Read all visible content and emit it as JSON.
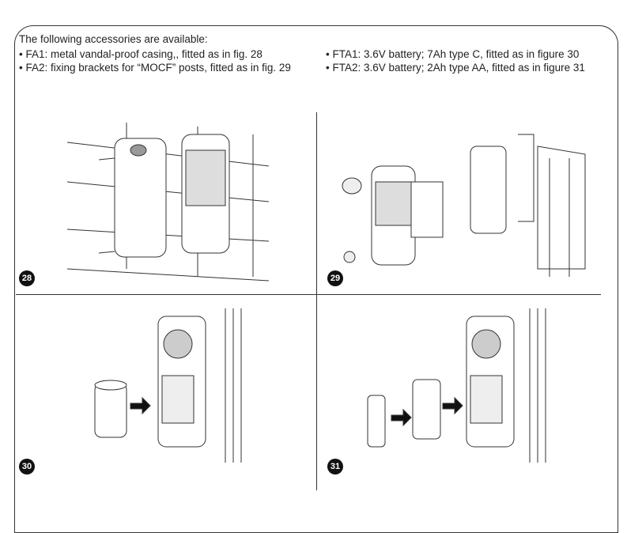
{
  "intro": "The following accessories are available:",
  "left_items": [
    "FA1: metal vandal-proof casing,, fitted as in fig. 28",
    "FA2: fixing brackets for “MOCF” posts, fitted as in fig. 29"
  ],
  "right_items": [
    "FTA1: 3.6V battery; 7Ah type C, fitted as in figure 30",
    "FTA2: 3.6V battery; 2Ah type AA, fitted as in figure 31"
  ],
  "figures": [
    "28",
    "29",
    "30",
    "31"
  ]
}
